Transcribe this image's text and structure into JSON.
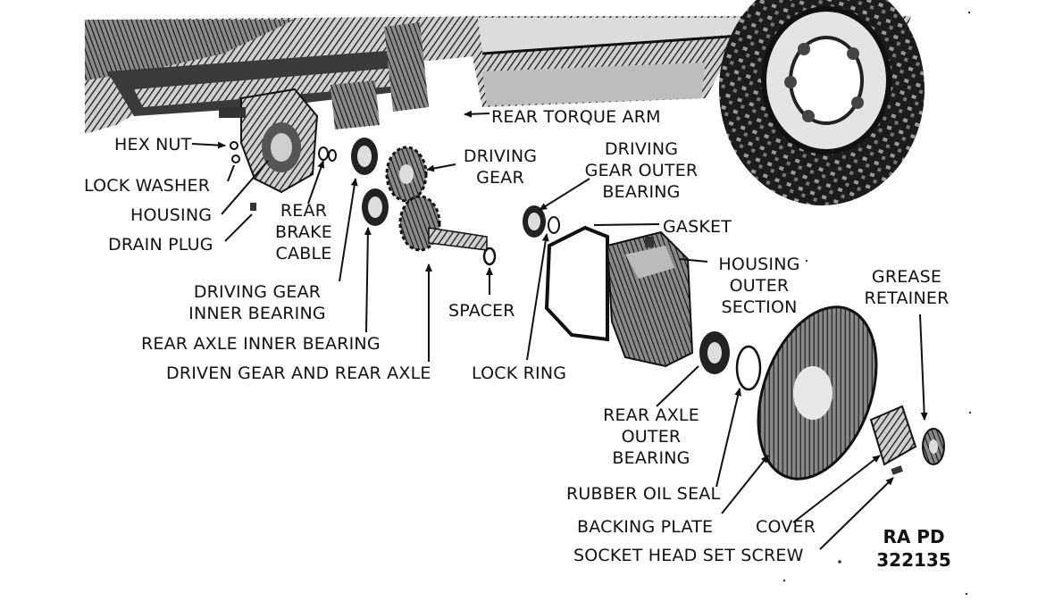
{
  "diagram": {
    "labels": {
      "rear_torque_arm": "REAR TORQUE ARM",
      "hex_nut": "HEX NUT",
      "lock_washer": "LOCK WASHER",
      "housing": "HOUSING",
      "drain_plug": "DRAIN PLUG",
      "rear_brake_cable": [
        "REAR",
        "BRAKE",
        "CABLE"
      ],
      "driving_gear": [
        "DRIVING",
        "GEAR"
      ],
      "driving_gear_outer_bearing": [
        "DRIVING",
        "GEAR OUTER",
        "BEARING"
      ],
      "gasket": "GASKET",
      "housing_outer_section": [
        "HOUSING",
        "OUTER",
        "SECTION"
      ],
      "grease_retainer": [
        "GREASE",
        "RETAINER"
      ],
      "driving_gear_inner_bearing": [
        "DRIVING GEAR",
        "INNER BEARING"
      ],
      "spacer": "SPACER",
      "rear_axle_inner_bearing": "REAR AXLE INNER BEARING",
      "driven_gear_and_rear_axle": "DRIVEN GEAR AND REAR AXLE",
      "lock_ring": "LOCK RING",
      "rear_axle_outer_bearing": [
        "REAR AXLE",
        "OUTER",
        "BEARING"
      ],
      "rubber_oil_seal": "RUBBER OIL SEAL",
      "backing_plate": "BACKING PLATE",
      "cover": "COVER",
      "socket_head_set_screw": "SOCKET HEAD SET SCREW"
    },
    "figure_id": [
      "RA PD",
      "322135"
    ]
  }
}
